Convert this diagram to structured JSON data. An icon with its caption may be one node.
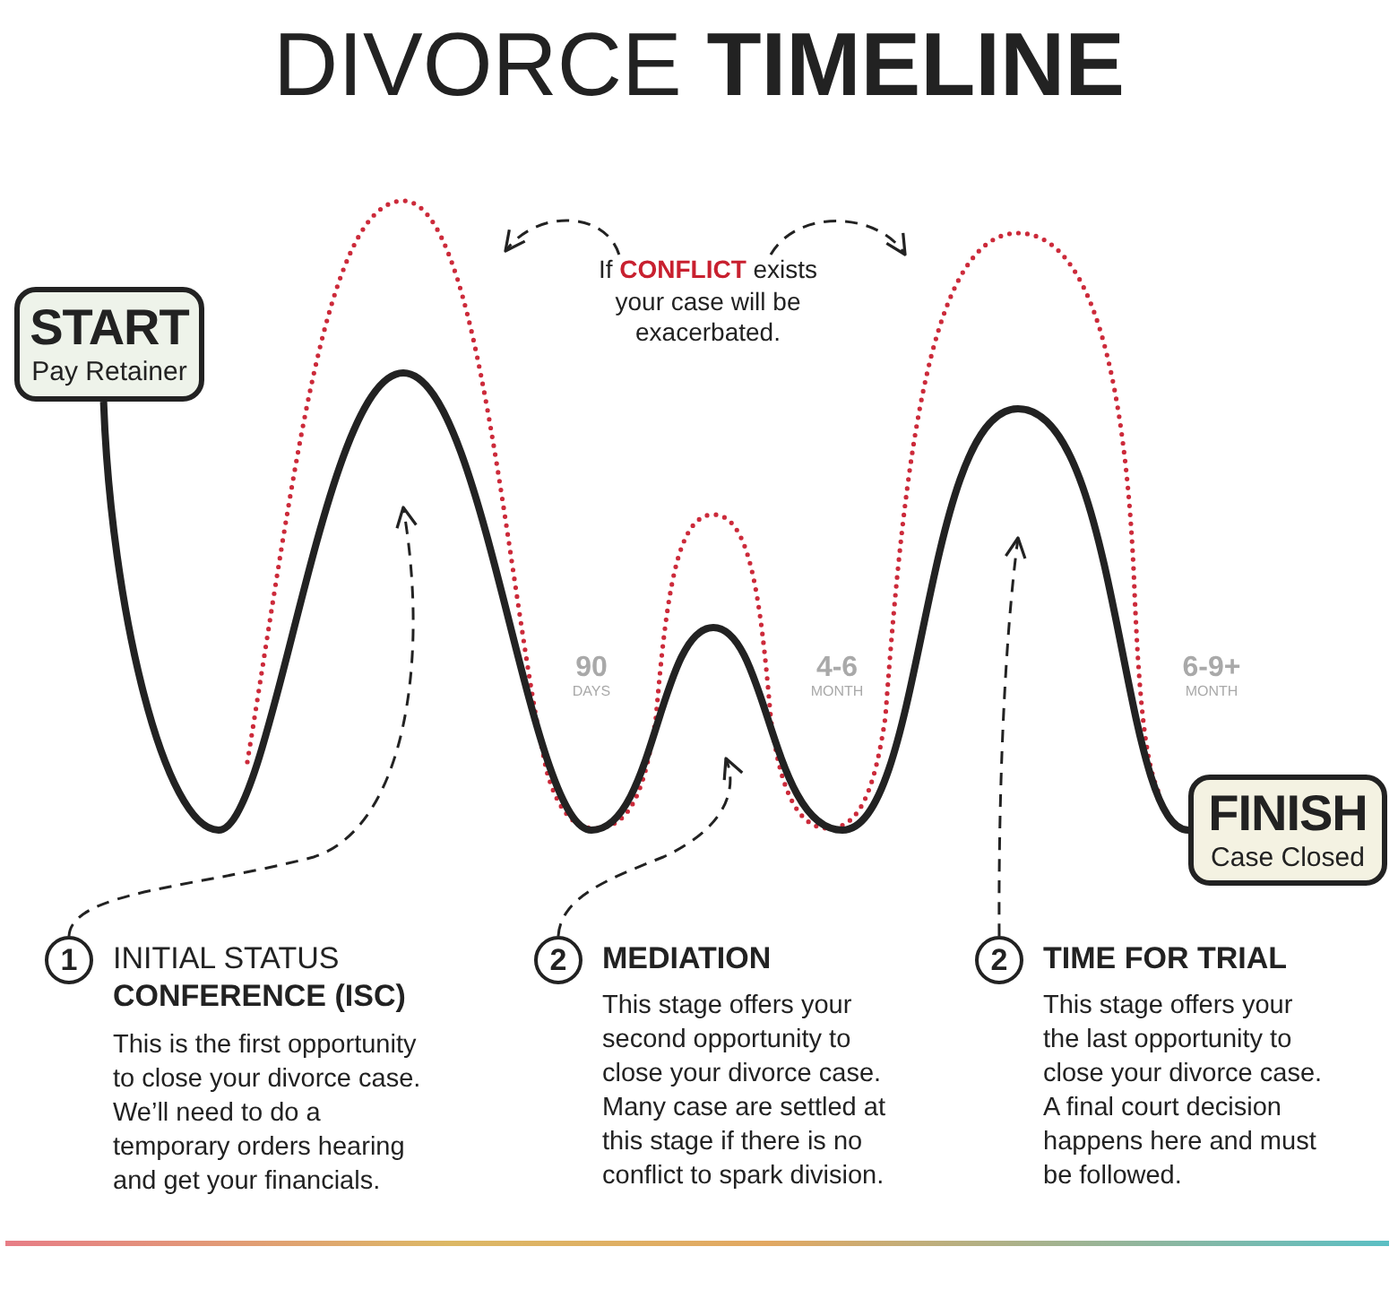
{
  "diagram": {
    "title": "DIVORCE **TIMELINE**",
    "nodes": [
      {
        "text": [
          "If **CONFLICT** exists your case will be exacerbated."
        ]
      },
      {
        "text": [
          "START",
          "Pay Retainer"
        ]
      },
      {
        "text": [
          "FINISH",
          "Case Closed"
        ]
      },
      {
        "text": [
          "1"
        ],
        "beside": [
          "INITIAL STATUS **CONFERENCE (ISC)**",
          "This is the first opportunity to close your divorce case. We’ll need to do a temporary orders hearing and get your financials."
        ]
      },
      {
        "text": [
          "2"
        ],
        "beside": [
          "MEDIATION",
          "This stage offers your second opportunity to close your divorce case. Many case are settled at this stage if there is no conflict to spark division."
        ]
      },
      {
        "text": [
          "2"
        ],
        "beside": [
          "TIME FOR TRIAL",
          "This stage offers your the last opportunity to close your divorce case. A final court decision happens here and must be followed."
        ]
      }
    ],
    "edges": [
      {
        "from": 1,
        "to": 2,
        "arrow": "none",
        "style": "thick"
      },
      {
        "from": 0,
        "to": null,
        "arrow": "to",
        "style": "dashed"
      },
      {
        "from": 0,
        "to": null,
        "arrow": "to",
        "style": "dashed"
      },
      {
        "from": 3,
        "to": null,
        "arrow": "to",
        "style": "dashed"
      },
      {
        "from": 4,
        "to": null,
        "arrow": "to",
        "style": "dashed"
      },
      {
        "from": 5,
        "to": null,
        "arrow": "to",
        "style": "dashed"
      }
    ],
    "labels": [
      "90",
      "DAYS",
      "4-6",
      "MONTH",
      "6-9+",
      "MONTH"
    ]
  }
}
